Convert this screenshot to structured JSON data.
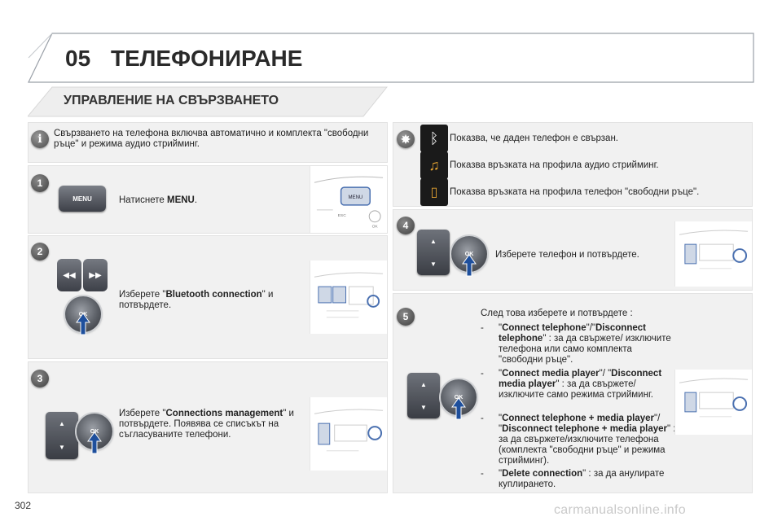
{
  "header": {
    "chapter_number": "05",
    "chapter_title": "ТЕЛЕФОНИРАНЕ"
  },
  "section": {
    "title": "УПРАВЛЕНИЕ НА СВЪРЗВАНЕТО"
  },
  "info": {
    "text": "Свързването на телефона включва автоматично и комплекта \"свободни ръце\" и режима аудио стрийминг."
  },
  "steps": [
    {
      "number": "1",
      "text_pre": "Натиснете ",
      "text_bold": "MENU",
      "text_post": ".",
      "button_label": "MENU"
    },
    {
      "number": "2",
      "text_pre": "Изберете \"",
      "text_bold": "Bluetooth connection",
      "text_post": "\" и потвърдете.",
      "knob_label": "OK"
    },
    {
      "number": "3",
      "text_pre": "Изберете \"",
      "text_bold": "Connections management",
      "text_post": "\" и потвърдете. Появява се списъкът на съгласуваните телефони.",
      "knob_label": "OK"
    },
    {
      "number": "4",
      "text": "Изберете телефон и потвърдете.",
      "knob_label": "OK"
    },
    {
      "number": "5",
      "intro": "След това изберете и потвърдете :",
      "knob_label": "OK"
    }
  ],
  "legend": [
    {
      "icon": "bluetooth-icon",
      "color": "#1a1a1a",
      "text": "Показва, че даден телефон е свързан."
    },
    {
      "icon": "music-note-icon",
      "color": "#e0a030",
      "text": "Показва връзката на профила аудио стрийминг."
    },
    {
      "icon": "phone-icon",
      "color": "#1a1a1a",
      "text": "Показва връзката на профила телефон \"свободни ръце\"."
    }
  ],
  "options": [
    {
      "dash": "-",
      "pre": "\"",
      "bold1": "Connect telephone",
      "mid": "\"/\"",
      "bold2": "Disconnect telephone",
      "post": "\" : за да свържете/ изключите телефона или само комплекта \"свободни ръце\"."
    },
    {
      "dash": "-",
      "pre": "\"",
      "bold1": "Connect media player",
      "mid": "\"/ \"",
      "bold2": "Disconnect media player",
      "post": "\" : за да свържете/изключите само режима стрийминг."
    },
    {
      "dash": "-",
      "pre": "\"",
      "bold1": "Connect telephone + media player",
      "mid": "\"/ \"",
      "bold2": "Disconnect telephone + media player",
      "post": "\" : за да свържете/изключите телефона (комплекта \"свободни ръце\" и режима стрийминг)."
    },
    {
      "dash": "-",
      "pre": "\"",
      "bold1": "Delete connection",
      "mid": "",
      "bold2": "",
      "post": "\" : за да анулирате куплирането."
    }
  ],
  "thumb_labels": {
    "menu": "MENU",
    "esc": "ESC",
    "ok": "OK"
  },
  "footer": {
    "page_number": "302",
    "watermark": "carmanualsonline.info"
  },
  "colors": {
    "accent_arrow": "#1e4f9c",
    "panel_bg": "#f1f1f1"
  }
}
